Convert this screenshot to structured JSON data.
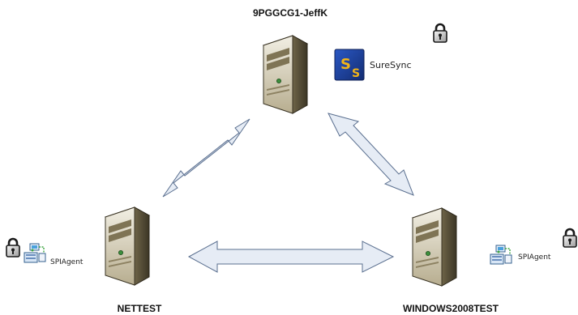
{
  "servers": {
    "top": {
      "name": "9PGGCG1-JeffK",
      "app_label": "SureSync",
      "app_icon_glyph": "S",
      "app_icon_glyph_alt": "S"
    },
    "left": {
      "name": "NETTEST",
      "agent_label": "SPIAgent"
    },
    "right": {
      "name": "WINDOWS2008TEST",
      "agent_label": "SPIAgent"
    }
  },
  "colors": {
    "arrow_fill": "#e6ecf5",
    "arrow_stroke": "#5a6f8f",
    "tower_body": "#9c8c66",
    "tower_front": "#d8d2bd",
    "sure_sync_bg": "#1c3f96",
    "sure_sync_glyph": "#f2b418"
  },
  "icons": {
    "lock": "padlock-icon",
    "agent": "network-agent-icon",
    "server": "server-tower-icon"
  }
}
